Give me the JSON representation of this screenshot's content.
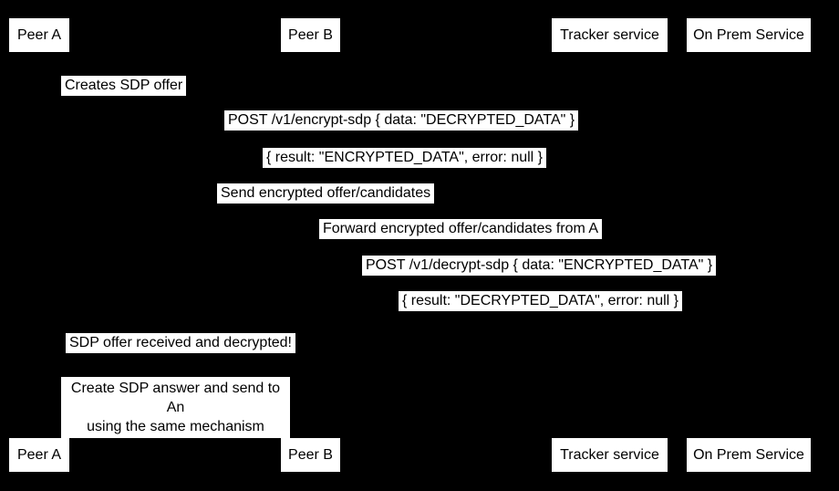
{
  "diagram": {
    "type": "sequence-diagram",
    "background_color": "#000000",
    "label_background_color": "#ffffff",
    "label_text_color": "#000000",
    "participants": [
      {
        "name": "Peer A"
      },
      {
        "name": "Peer B"
      },
      {
        "name": "Tracker service"
      },
      {
        "name": "On Prem Service"
      }
    ],
    "messages": [
      {
        "text": "Creates SDP offer"
      },
      {
        "text": "POST /v1/encrypt-sdp { data: \"DECRYPTED_DATA\" }"
      },
      {
        "text": "{ result: \"ENCRYPTED_DATA\", error: null }"
      },
      {
        "text": "Send encrypted offer/candidates"
      },
      {
        "text": "Forward encrypted offer/candidates from A"
      },
      {
        "text": "POST /v1/decrypt-sdp { data: \"ENCRYPTED_DATA\" }"
      },
      {
        "text": "{ result: \"DECRYPTED_DATA\", error: null }"
      },
      {
        "text": "SDP offer received and decrypted!"
      },
      {
        "text": "Create SDP answer and send to An using the same mechanism",
        "lines": [
          "Create SDP answer and send to An",
          "using the same mechanism"
        ]
      }
    ]
  }
}
